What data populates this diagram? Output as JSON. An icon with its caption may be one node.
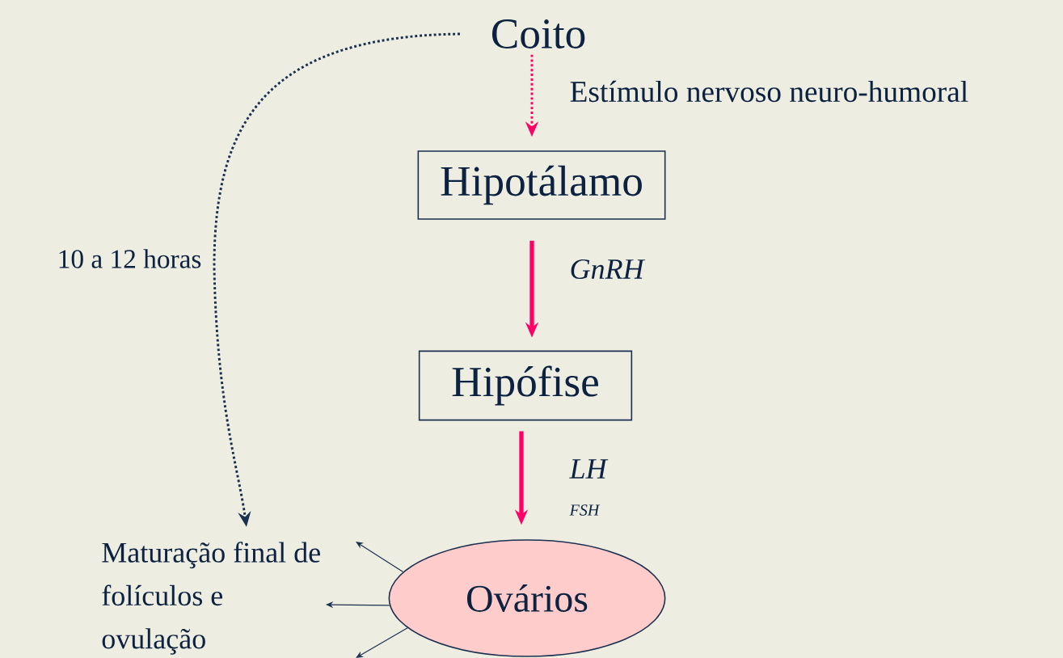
{
  "diagram": {
    "nodes": [
      {
        "text": [
          "Coito"
        ]
      },
      {
        "text": [
          "Hipotálamo"
        ]
      },
      {
        "text": [
          "Hipófise"
        ]
      },
      {
        "text": [
          "Ovários"
        ]
      },
      {
        "text": [
          "Maturação final de folículos e ovulação"
        ]
      }
    ],
    "edges": [
      {
        "from": 0,
        "to": 1,
        "arrow": "to",
        "label": "Estímulo nervoso neuro-humoral",
        "style": "dashed",
        "color": "#ff0066"
      },
      {
        "from": 1,
        "to": 2,
        "arrow": "to",
        "label": "GnRH",
        "style": "thick",
        "color": "#ff0066"
      },
      {
        "from": 2,
        "to": 3,
        "arrow": "to",
        "label": "LH",
        "style": "thick",
        "color": "#ff0066"
      },
      {
        "from": 0,
        "to": 4,
        "arrow": "to",
        "label": "10 a 12 horas",
        "style": "dashed"
      },
      {
        "from": 3,
        "to": null,
        "arrow": "to"
      },
      {
        "from": 3,
        "to": 4,
        "arrow": "to"
      },
      {
        "from": 3,
        "to": null,
        "arrow": "to"
      }
    ],
    "labels": [
      "FSH"
    ]
  }
}
